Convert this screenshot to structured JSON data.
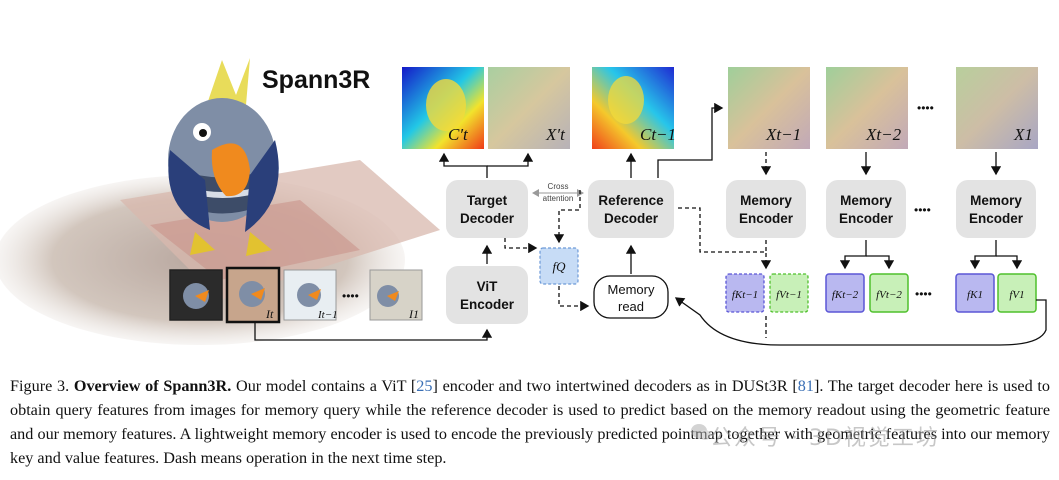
{
  "figure": {
    "title": "Spann3R",
    "blocks": {
      "target_decoder": [
        "Target",
        "Decoder"
      ],
      "reference_decoder": [
        "Reference",
        "Decoder"
      ],
      "vit_encoder": [
        "ViT",
        "Encoder"
      ],
      "memory_encoder": [
        "Memory",
        "Encoder"
      ],
      "memory_read": [
        "Memory",
        "read"
      ],
      "cross_attention": [
        "Cross",
        "attention"
      ]
    },
    "map_labels": {
      "c_t_prime": "C′t",
      "x_t_prime": "X′t",
      "c_t_minus_1": "Ct−1",
      "x_t_minus_1": "Xt−1",
      "x_t_minus_2": "Xt−2",
      "x_1": "X1"
    },
    "frame_labels": {
      "i_t": "It",
      "i_t_minus_1": "It−1",
      "i_1": "I1"
    },
    "feature_labels": {
      "f_q": "fQ",
      "fk_t_minus_1": "fKt−1",
      "fv_t_minus_1": "fVt−1",
      "fk_t_minus_2": "fKt−2",
      "fv_t_minus_2": "fVt−2",
      "fk_1": "fK1",
      "fv_1": "fV1"
    },
    "ellipsis": "••••"
  },
  "caption": {
    "prefix": "Figure 3.",
    "lead": "Overview of Spann3R.",
    "part1": "Our model contains a ViT [",
    "cite1": "25",
    "part2": "] encoder and two intertwined decoders as in DUSt3R [",
    "cite2": "81",
    "part3": "]. The target decoder here is used to obtain query features from images for memory query while the reference decoder is used to predict based on the memory readout using the geometric feature and our memory features. A lightweight memory encoder is used to encode the previously predicted pointmap together with geometric features into our memory key and value features. Dash means operation in the next time step."
  },
  "watermark": "公众号 · 3D视觉工坊",
  "colors": {
    "block_fill": "#e3e3e3",
    "key_fill": "#b9b8f0",
    "key_stroke": "#5b56d6",
    "value_fill": "#c8f0b8",
    "value_stroke": "#4fc02c",
    "query_fill": "#c7dcf6",
    "query_stroke": "#6d9ad8"
  }
}
